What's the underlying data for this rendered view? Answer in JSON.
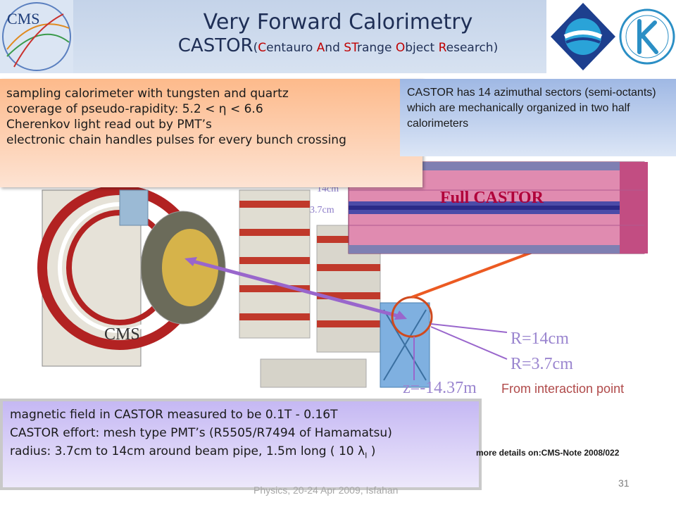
{
  "header": {
    "title": "Very Forward Calorimetry",
    "subtitle_main": "CASTOR",
    "subtitle_parts": [
      "(",
      "C",
      "entauro ",
      "A",
      "nd ",
      "ST",
      "range ",
      "O",
      "bject ",
      "R",
      "esearch)"
    ]
  },
  "logos": {
    "cms_label": "CMS",
    "logo1_icon": "institute-diamond-logo",
    "logo2_icon": "kafkas-university-seal"
  },
  "features": {
    "items": [
      "sampling calorimeter with tungsten and quartz",
      "coverage of pseudo-rapidity: 5.2 < η < 6.6",
      "Cherenkov light read out by PMT’s",
      "electronic chain handles pulses for every bunch crossing"
    ]
  },
  "sectors": {
    "text": "CASTOR has 14 azimuthal sectors (semi-octants) which are mechanically organized in two half calorimeters"
  },
  "illustration": {
    "full_castor_label": "Full CASTOR",
    "dim_14": "14cm",
    "dim_37": "3.7cm",
    "cms_label": "CMS",
    "r14": "R=14cm",
    "r37": "R=3.7cm",
    "z": "z=-14.37m",
    "from_ip": "From interaction point"
  },
  "field": {
    "line1": "magnetic field in CASTOR measured to be 0.1T - 0.16T",
    "line2": "CASTOR effort: mesh type PMT’s (R5505/R7494 of Hamamatsu)",
    "line3": "radius: 3.7cm to 14cm around beam pipe, 1.5m long ( 10 λ",
    "line3_sub": "I",
    "line3_end": " )"
  },
  "footer": {
    "more_details": "more details on:CMS-Note 2008/022",
    "page_number": "31",
    "conference": "Physics, 20-24 Apr 2009, Isfahan"
  },
  "colors": {
    "accent_red": "#c00000",
    "title_blue": "#1f2f56",
    "features_bg": "#fdba8b",
    "sectors_bg": "#9fb8e4",
    "field_bg": "#c5b8f3"
  }
}
